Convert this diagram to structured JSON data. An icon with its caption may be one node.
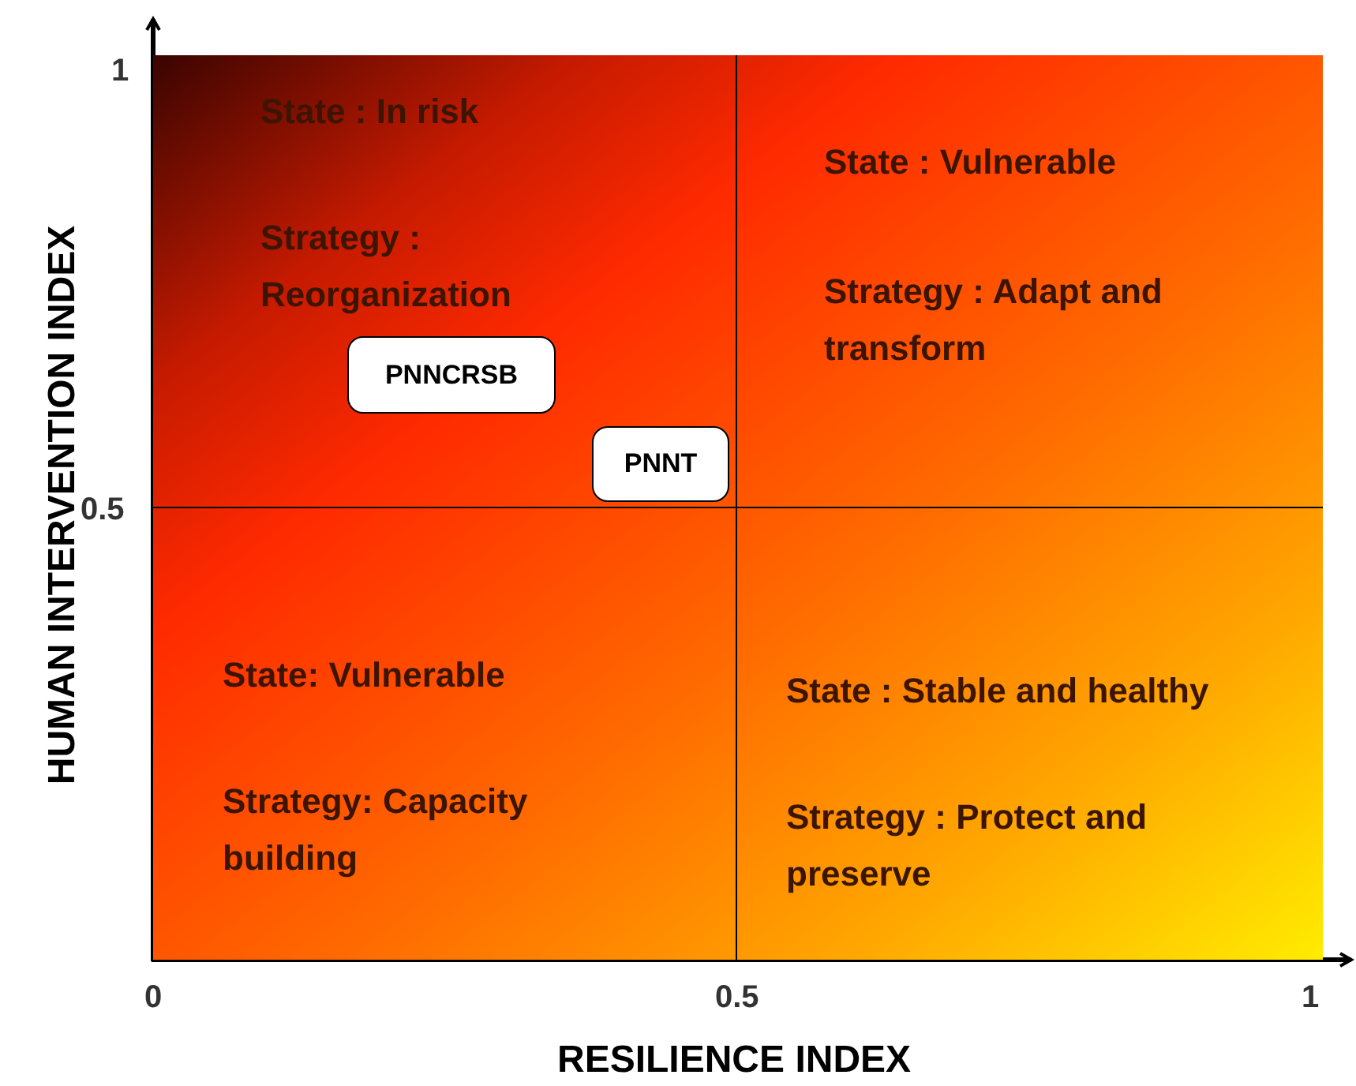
{
  "diagram": {
    "nodes": [
      {
        "text": [
          "State : In risk",
          "Strategy : Reorganization"
        ]
      },
      {
        "text": [
          "PNNCRSB"
        ],
        "in": 0
      },
      {
        "text": [
          "PNNT"
        ],
        "in": 0
      },
      {
        "text": [
          "State : Vulnerable",
          "Strategy : Adapt and transform"
        ]
      },
      {
        "text": [
          "State: Vulnerable",
          "Strategy: Capacity building"
        ]
      },
      {
        "text": [
          "State : Stable and healthy",
          "Strategy : Protect and preserve"
        ]
      }
    ],
    "edges": [],
    "labels": [
      "HUMAN INTERVENTION INDEX",
      "1",
      "0.5",
      "0",
      "0.5",
      "1",
      "RESILIENCE INDEX"
    ]
  }
}
